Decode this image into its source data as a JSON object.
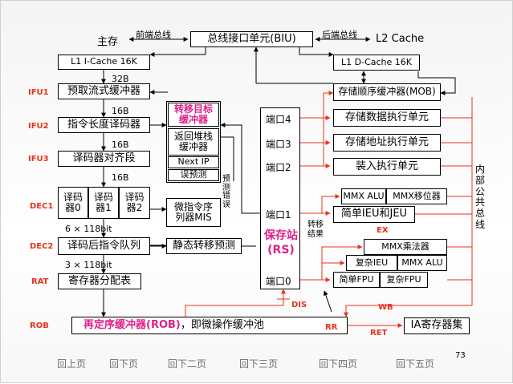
{
  "top": {
    "main_memory": "主存",
    "frontend_bus": "前端总线",
    "biu": "总线接口单元(BIU)",
    "backend_bus": "后端总线",
    "l2_cache": "L2 Cache"
  },
  "caches": {
    "l1_icache": "L1 I-Cache 16K",
    "l1_dcache": "L1 D-Cache 16K"
  },
  "stages": [
    "IFU1",
    "IFU2",
    "IFU3",
    "DEC1",
    "DEC2",
    "RAT",
    "ROB"
  ],
  "widths": {
    "w1": "32B",
    "w2": "16B",
    "w3": "16B",
    "w4": "16B",
    "w5": "6 × 118bit",
    "w6": "3 × 118bit"
  },
  "pipeline": {
    "prefetch": "预取流式缓冲器",
    "length_decoder": "指令长度译码器",
    "decoder_align": "译码器对齐段",
    "decoders": [
      "译码器0",
      "译码器1",
      "译码器2"
    ],
    "decoded_queue": "译码后指令队列",
    "reg_alloc": "寄存器分配表",
    "rob": "再定序缓冲器(ROB)",
    "rob_suffix": "，即微操作缓冲池"
  },
  "branch": {
    "btb_line1": "转移目标",
    "btb_line2": "缓冲器",
    "rsb_line1": "返回堆栈",
    "rsb_line2": "缓冲器",
    "next_ip": "Next IP",
    "mispredict": "误预测",
    "msrom_line1": "微指令序",
    "msrom_line2": "列器MIS",
    "static_predict": "静态转移预测",
    "predict_error": "预测错误"
  },
  "rs": {
    "ports": [
      "端口4",
      "端口3",
      "端口2",
      "端口1",
      "端口0"
    ],
    "title": "保存站",
    "subtitle": "(RS)",
    "transfer_result_line1": "转移",
    "transfer_result_line2": "结果"
  },
  "units": {
    "mob": "存储顺序缓冲器(MOB)",
    "store_data": "存储数据执行单元",
    "store_addr": "存储地址执行单元",
    "load": "装入执行单元",
    "mmx_alu": "MMX ALU",
    "mmx_shift": "MMX移位器",
    "simple_ieu_jeu": "简单IEU和JEU",
    "mmx_mul": "MMX乘法器",
    "complex_ieu": "复杂IEU",
    "mmx_alu2": "MMX ALU",
    "simple_fpu": "简单FPU",
    "complex_fpu": "复杂FPU",
    "ia_regs": "IA寄存器集"
  },
  "signals": {
    "ex": "EX",
    "wb": "WB",
    "dis": "DIS",
    "rr": "RR",
    "ret": "RET",
    "internal_bus": "内部公共总线"
  },
  "page_number": "73",
  "nav": [
    "回上页",
    "回下页",
    "回下二页",
    "回下三页",
    "回下四页",
    "回下五页"
  ]
}
